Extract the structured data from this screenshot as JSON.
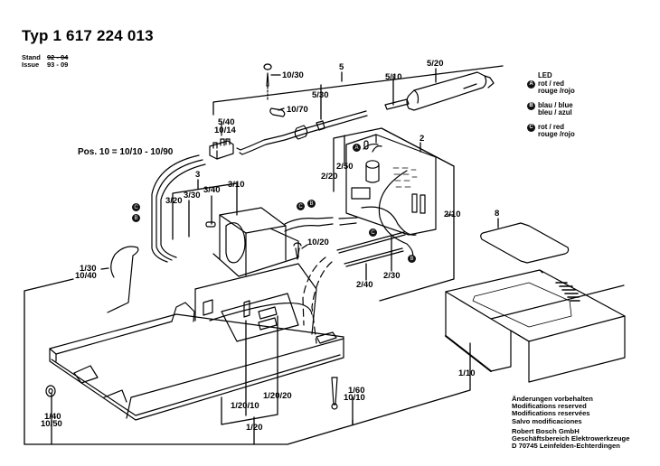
{
  "header": {
    "title": "Typ 1 617 224 013",
    "stand_label": "Stand",
    "stand_value": "92 - 04",
    "issue_label": "Issue",
    "issue_value": "93 - 09"
  },
  "position_note": "Pos. 10 = 10/10 - 10/90",
  "legend": {
    "heading": "LED",
    "items": [
      {
        "badge": "A",
        "line1": "rot / red",
        "line2": "rouge /rojo"
      },
      {
        "badge": "B",
        "line1": "blau / blue",
        "line2": "bleu / azul"
      },
      {
        "badge": "C",
        "line1": "rot / red",
        "line2": "rouge /rojo"
      }
    ]
  },
  "part_labels": {
    "p5": "5",
    "p10_30": "10/30",
    "p5_30": "5/30",
    "p5_10": "5/10",
    "p5_20": "5/20",
    "p10_70": "10/70",
    "p5_40": "5/40",
    "p10_14": "10/14",
    "p2": "2",
    "p2_50": "2/50",
    "p2_20": "2/20",
    "p2_10": "2/10",
    "p2_30": "2/30",
    "p2_40": "2/40",
    "p3": "3",
    "p3_20": "3/20",
    "p3_30": "3/30",
    "p3_40": "3/40",
    "p3_10": "3/10",
    "p10_20": "10/20",
    "p8": "8",
    "p1_30": "1/30",
    "p10_40": "10/40",
    "p1_10": "1/10",
    "p1_60": "1/60",
    "p10_10": "10/10",
    "p1_20_20": "1/20/20",
    "p1_20_10": "1/20/10",
    "p1_20": "1/20",
    "p1_40": "1/40",
    "p10_50": "10/50"
  },
  "wire_badges": {
    "a_board": "A",
    "c_left": "C",
    "b_left": "B",
    "c_transformer": "C",
    "b_transformer": "B",
    "c_board": "C",
    "b_board": "B"
  },
  "footer": {
    "lines": [
      "Änderungen vorbehalten",
      "Modifications reserved",
      "Modifications reservées",
      "Salvo modificaciones"
    ],
    "company": [
      "Robert Bosch GmbH",
      "Geschäftsbereich Elektrowerkzeuge",
      "D 70745 Leinfelden-Echterdingen"
    ]
  }
}
